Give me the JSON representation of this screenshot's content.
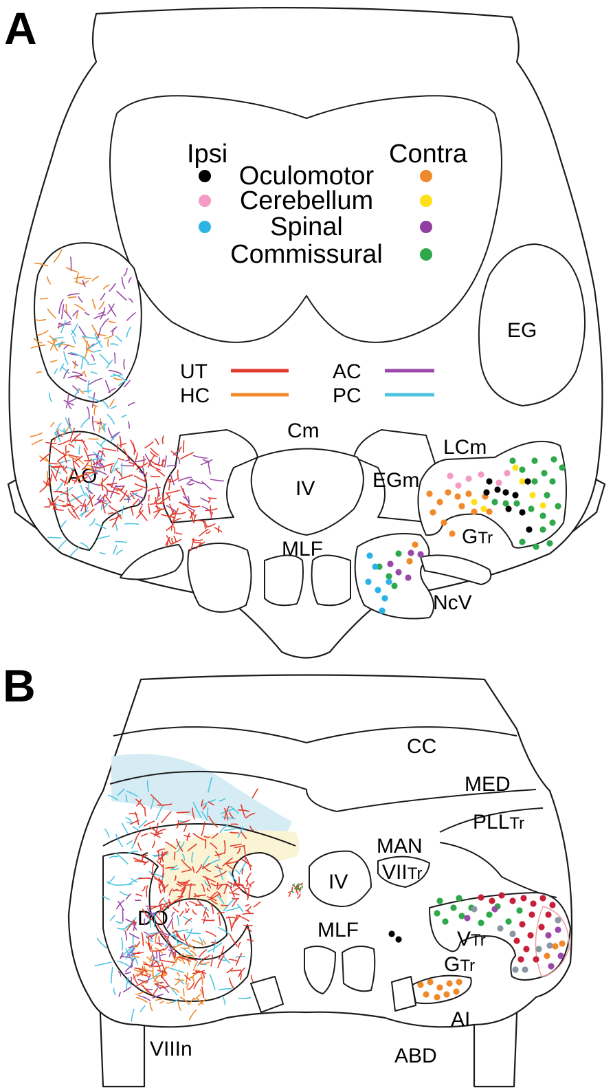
{
  "panel_a": {
    "label": "A",
    "legend": {
      "ipsi_label": "Ipsi",
      "contra_label": "Contra",
      "rows": [
        {
          "name": "Oculomotor",
          "ipsi_color": "#000000",
          "contra_color": "#ef8a2c"
        },
        {
          "name": "Cerebellum",
          "ipsi_color": "#f39bc4",
          "contra_color": "#ffe01a"
        },
        {
          "name": "Spinal",
          "ipsi_color": "#2bb3e6",
          "contra_color": "#8e3fa0"
        },
        {
          "name": "Commissural",
          "ipsi_color": null,
          "contra_color": "#2ea84a"
        }
      ]
    },
    "fiber_legend": [
      {
        "name": "UT",
        "color": "#e23a2c"
      },
      {
        "name": "HC",
        "color": "#f0892a"
      },
      {
        "name": "AC",
        "color": "#9a49a8"
      },
      {
        "name": "PC",
        "color": "#4ec3e0"
      }
    ],
    "regions": {
      "eg": "EG",
      "cm": "Cm",
      "iv": "IV",
      "egm": "EGm",
      "lcm": "LCm",
      "ao": "AO",
      "gtr_main": "G",
      "gtr_sub": "Tr",
      "mlf": "MLF",
      "ncv": "NcV"
    }
  },
  "panel_b": {
    "label": "B",
    "regions": {
      "cc": "CC",
      "med": "MED",
      "pll_main": "PLL",
      "pll_sub": "Tr",
      "man": "MAN",
      "vii_main": "VII",
      "vii_sub": "Tr",
      "iv": "IV",
      "mlf": "MLF",
      "do": "DO",
      "v_main": "V",
      "v_sub": "Tr",
      "gtr_main": "G",
      "gtr_sub": "Tr",
      "ai": "AI",
      "viiin": "VIIIn",
      "abd": "ABD"
    }
  },
  "colors": {
    "red": "#e23a2c",
    "orange": "#f0892a",
    "purple": "#9a49a8",
    "cyan": "#4ec3e0",
    "black": "#000000",
    "pink": "#f39bc4",
    "yellow": "#ffe01a",
    "blue": "#2bb3e6",
    "green": "#2ea84a",
    "gray": "#8a96a3",
    "crimson": "#c8203a",
    "shade_blue": "#d6ecf5",
    "shade_yellow": "#faf3d4"
  }
}
